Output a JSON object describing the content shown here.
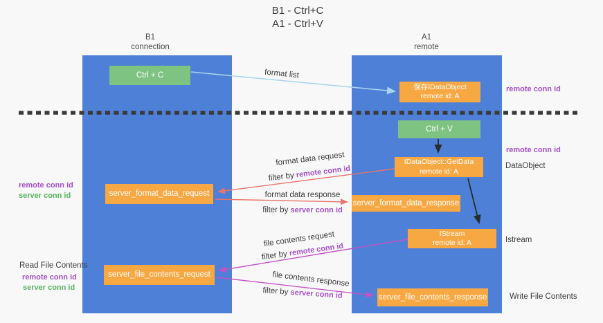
{
  "title": {
    "line1": "B1 - Ctrl+C",
    "line2": "A1 - Ctrl+V"
  },
  "lanes": {
    "left": {
      "title": "B1",
      "subtitle": "connection"
    },
    "right": {
      "title": "A1",
      "subtitle": "remote"
    }
  },
  "nodes": {
    "ctrl_c": {
      "label": "Ctrl + C"
    },
    "save_idataobject": {
      "line1": "保存IDataObject",
      "line2": "remote id: A"
    },
    "ctrl_v": {
      "label": "Ctrl + V"
    },
    "idataobject_getdata": {
      "line1": "IDataObject::GetData",
      "line2": "remote id: A"
    },
    "server_format_data_request": {
      "label": "server_format_data_request"
    },
    "server_format_data_response": {
      "label": "server_format_data_response"
    },
    "istream": {
      "line1": "IStream",
      "line2": "remote id: A"
    },
    "server_file_contents_request": {
      "label": "server_file_contents_request"
    },
    "server_file_contents_response": {
      "label": "server_file_contents_response"
    }
  },
  "flow_labels": {
    "format_list": "format list",
    "format_data_request": "format data request",
    "format_data_request_filter": {
      "prefix": "filter by ",
      "key": "remote conn id"
    },
    "format_data_response": "format data response",
    "format_data_response_filter": {
      "prefix": "filter by ",
      "key": "server conn id"
    },
    "file_contents_request": "file contents request",
    "file_contents_request_filter": {
      "prefix": "filter by ",
      "key": "remote conn id"
    },
    "file_contents_response": "file contents response",
    "file_contents_response_filter": {
      "prefix": "filter by ",
      "key": "server conn id"
    }
  },
  "annotations": {
    "right_remote_conn_id_top": "remote conn id",
    "right_remote_conn_id_mid": "remote conn id",
    "right_dataobject": "DataObject",
    "right_istream": "Istream",
    "right_write_file_contents": "Write File Contents",
    "left_remote_conn_id_1": "remote conn id",
    "left_server_conn_id_1": "server conn id",
    "left_read_file_contents": "Read File Contents",
    "left_remote_conn_id_2": "remote conn id",
    "left_server_conn_id_2": "server conn id"
  },
  "colors": {
    "lane_blue": "#4d80d6",
    "node_green": "#7fc383",
    "node_orange": "#f8a843",
    "arrow_light_blue": "#a9d4f0",
    "arrow_red": "#e8746b",
    "arrow_magenta": "#c253c6",
    "arrow_black": "#2b2b2b",
    "divider_dark": "#3a3a3a",
    "label_purple": "#a44fc6",
    "label_green": "#57b65b",
    "label_dark": "#3c3c3c"
  }
}
